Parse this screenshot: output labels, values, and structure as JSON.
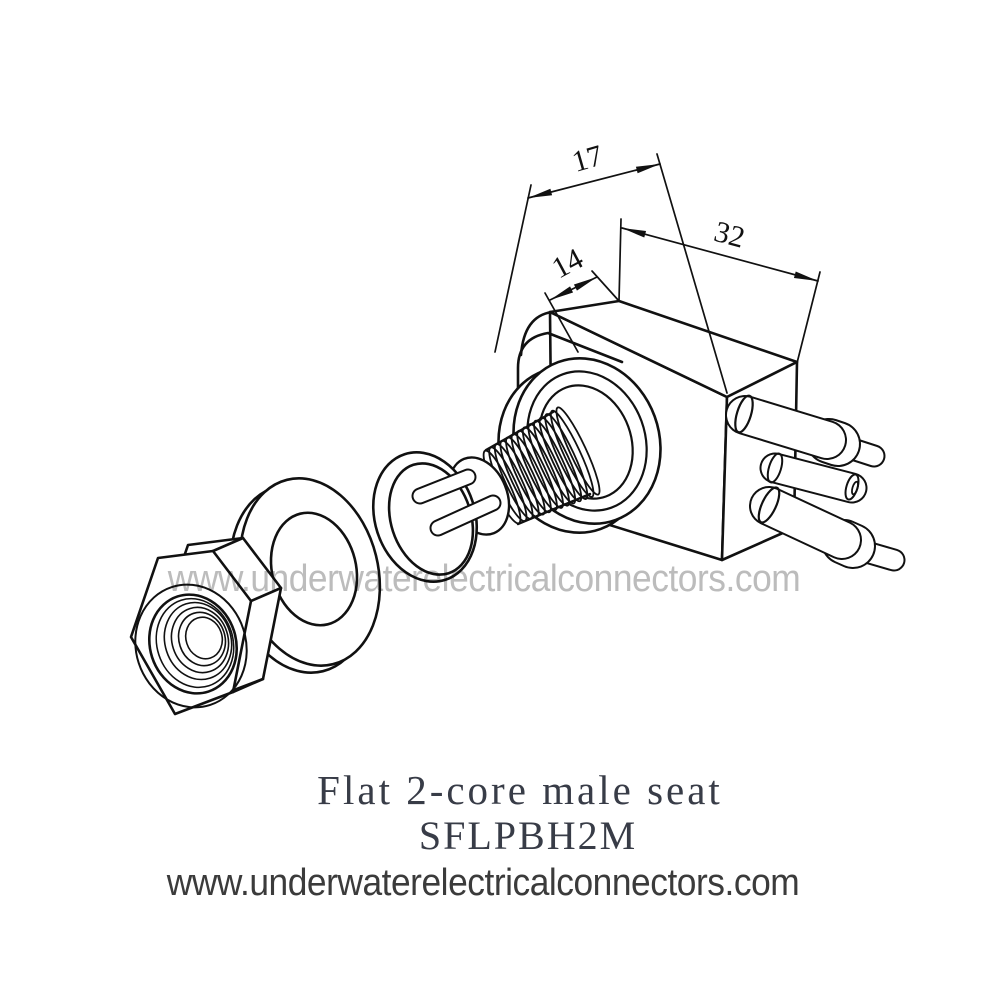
{
  "diagram": {
    "dim_width": "17",
    "dim_length": "32",
    "dim_boss": "14"
  },
  "labels": {
    "title": "Flat 2-core male seat",
    "model": "SFLPBH2M"
  },
  "watermark": {
    "text": "www.underwaterelectricalconnectors.com"
  },
  "footer": {
    "website": "www.underwaterelectricalconnectors.com"
  },
  "colors": {
    "line": "#111111",
    "title_text": "#383c47",
    "watermark_gray": "#b0b0b0",
    "footer_text": "#3b3b3b",
    "background": "#ffffff"
  }
}
